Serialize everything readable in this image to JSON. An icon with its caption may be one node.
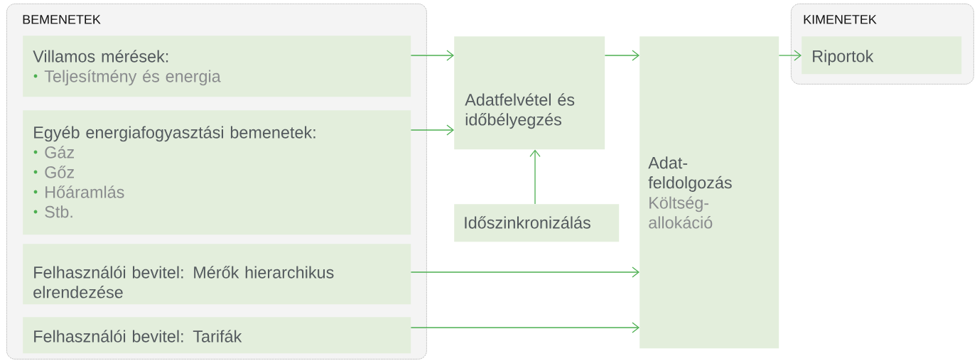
{
  "diagram": {
    "nodes": [
      {
        "text": [
          "BEMENETEK"
        ]
      },
      {
        "text": [
          "Villamos mérések:",
          "Teljesítmény és energia"
        ],
        "in": 0
      },
      {
        "text": [
          "Egyéb energiafogyasztási bemenetek:",
          "Gáz",
          "Gőz",
          "Hőáramlás",
          "Stb."
        ],
        "in": 0
      },
      {
        "text": [
          "Felhasználói bevitel: Mérők hierarchikus elrendezése"
        ],
        "in": 0
      },
      {
        "text": [
          "Felhasználói bevitel: Tarifák"
        ],
        "in": 0
      },
      {
        "text": [
          "Adatfelvétel és időbélyegzés"
        ]
      },
      {
        "text": [
          "Időszinkronizálás"
        ]
      },
      {
        "text": [
          "Adat- feldolgozás",
          "Költség- allokáció"
        ]
      },
      {
        "text": [
          "KIMENETEK"
        ]
      },
      {
        "text": [
          "Riportok"
        ],
        "in": 8
      }
    ],
    "edges": [
      {
        "from": 1,
        "to": 5,
        "arrow": "to"
      },
      {
        "from": 2,
        "to": 5,
        "arrow": "to"
      },
      {
        "from": 6,
        "to": 5,
        "arrow": "to"
      },
      {
        "from": 5,
        "to": 7,
        "arrow": "to"
      },
      {
        "from": 7,
        "to": 9,
        "arrow": "to"
      },
      {
        "from": 3,
        "to": 7,
        "arrow": "to"
      },
      {
        "from": 4,
        "to": 7,
        "arrow": "to"
      }
    ]
  }
}
